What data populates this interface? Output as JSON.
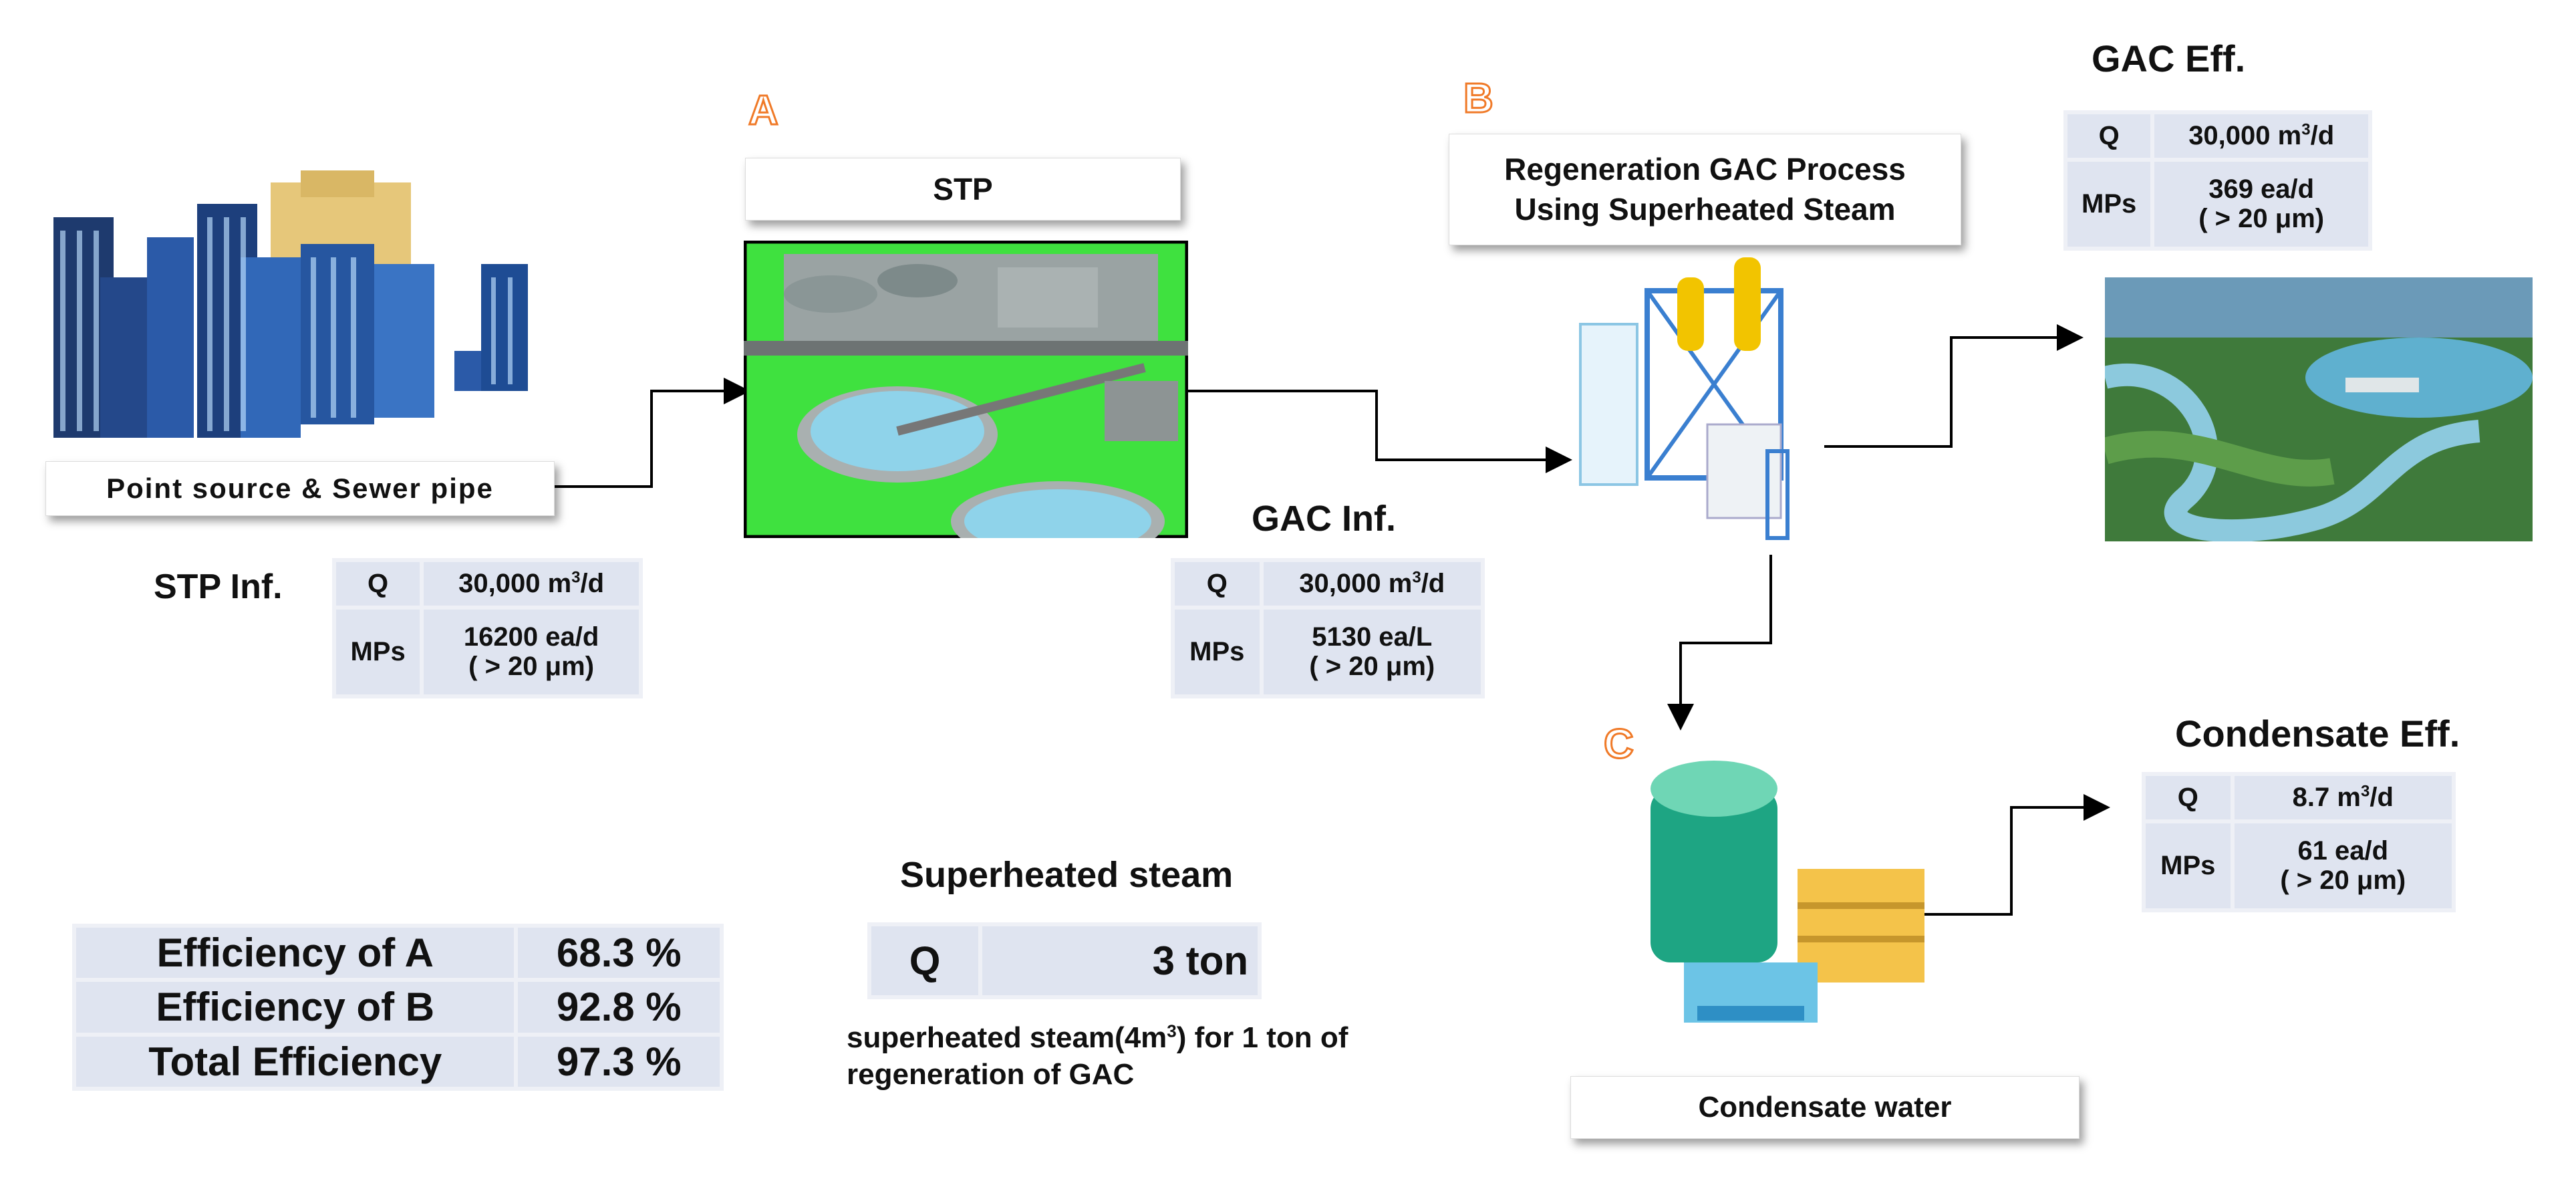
{
  "labels": {
    "source": "Point source & Sewer pipe",
    "stp": "STP",
    "gac_process_line1": "Regeneration GAC Process",
    "gac_process_line2": "Using Superheated Steam",
    "condensate_water": "Condensate water",
    "marker_a": "A",
    "marker_b": "B",
    "marker_c": "C"
  },
  "stp_inf": {
    "title": "STP Inf.",
    "q_label": "Q",
    "q_value": "30,000 m",
    "mps_label": "MPs",
    "mps_line1": "16200 ea/d",
    "mps_line2": "( > 20 μm)"
  },
  "gac_inf": {
    "title": "GAC Inf.",
    "q_label": "Q",
    "q_value": "30,000 m",
    "mps_label": "MPs",
    "mps_line1": "5130 ea/L",
    "mps_line2": "( > 20 μm)"
  },
  "gac_eff": {
    "title": "GAC Eff.",
    "q_label": "Q",
    "q_value": "30,000 m",
    "mps_label": "MPs",
    "mps_line1": "369 ea/d",
    "mps_line2": "( > 20 μm)"
  },
  "condensate_eff": {
    "title": "Condensate Eff.",
    "q_label": "Q",
    "q_value": "8.7 m",
    "mps_label": "MPs",
    "mps_line1": "61 ea/d",
    "mps_line2": "( > 20 μm)"
  },
  "units": {
    "q_unit_suffix": "/d",
    "cube": "3"
  },
  "steam": {
    "title": "Superheated steam",
    "q_label": "Q",
    "q_value": "3 ton",
    "note_pre": "superheated steam(4m",
    "note_post": ") for 1 ton of",
    "note_line2": "regeneration of GAC"
  },
  "efficiency": [
    {
      "label": "Efficiency of A",
      "value": "68.3 %"
    },
    {
      "label": "Efficiency of B",
      "value": "92.8 %"
    },
    {
      "label": "Total Efficiency",
      "value": "97.3 %"
    }
  ],
  "colors": {
    "marker": "#f07a28",
    "table_cell": "#dfe4f0",
    "grass": "#33e633",
    "water": "#8fd3ea"
  }
}
